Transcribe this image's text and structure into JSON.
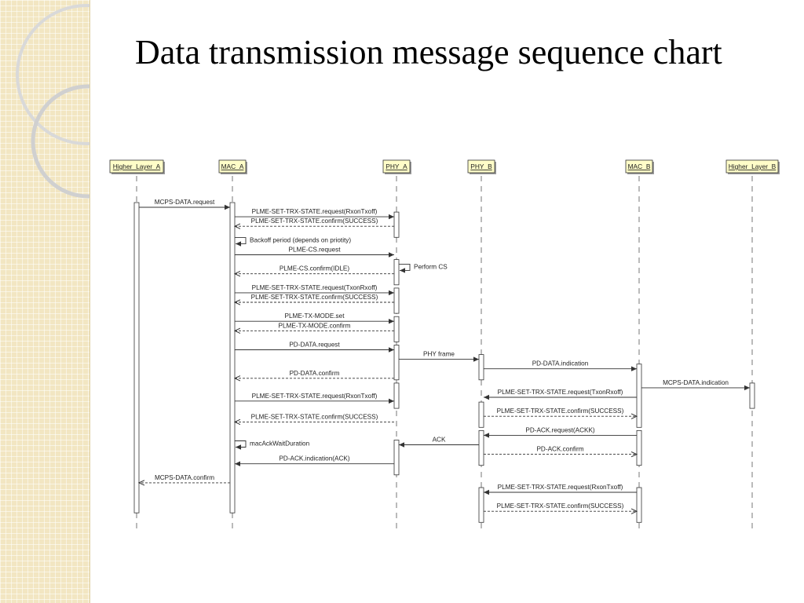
{
  "slide": {
    "title": "Data transmission message sequence chart"
  },
  "colors": {
    "header_fill": "#fffdc8",
    "line": "#333333",
    "panel": "#f2e6c2",
    "circle": "#dcdcdc"
  },
  "diagram": {
    "lifelines": [
      {
        "id": "hla",
        "label": "Higher_Layer_A"
      },
      {
        "id": "maca",
        "label": "MAC_A"
      },
      {
        "id": "phya",
        "label": "PHY_A"
      },
      {
        "id": "phyb",
        "label": "PHY_B"
      },
      {
        "id": "macb",
        "label": "MAC_B"
      },
      {
        "id": "hlb",
        "label": "Higher_Layer_B"
      }
    ],
    "activations": [
      {
        "on": "hla",
        "from": 1,
        "to": 33
      },
      {
        "on": "maca",
        "from": 1,
        "to": 33
      },
      {
        "on": "phya",
        "from": 2,
        "to": 4
      },
      {
        "on": "phya",
        "from": 7,
        "to": 9
      },
      {
        "on": "phya",
        "from": 10,
        "to": 12
      },
      {
        "on": "phya",
        "from": 13,
        "to": 15
      },
      {
        "on": "phya",
        "from": 16,
        "to": 19
      },
      {
        "on": "phya",
        "from": 20,
        "to": 22
      },
      {
        "on": "phya",
        "from": 26,
        "to": 29
      },
      {
        "on": "phyb",
        "from": 17,
        "to": 19
      },
      {
        "on": "phyb",
        "from": 22,
        "to": 24
      },
      {
        "on": "phyb",
        "from": 25,
        "to": 28
      },
      {
        "on": "phyb",
        "from": 31,
        "to": 34
      },
      {
        "on": "macb",
        "from": 18,
        "to": 24
      },
      {
        "on": "macb",
        "from": 25,
        "to": 28
      },
      {
        "on": "macb",
        "from": 31,
        "to": 34
      },
      {
        "on": "hlb",
        "from": 20,
        "to": 22
      }
    ],
    "messages": [
      {
        "from": "hla",
        "to": "maca",
        "label": "MCPS-DATA.request",
        "row": 1,
        "dashed": false
      },
      {
        "from": "maca",
        "to": "phya",
        "label": "PLME-SET-TRX-STATE.request(RxonTxoff)",
        "row": 2,
        "dashed": false
      },
      {
        "from": "phya",
        "to": "maca",
        "label": "PLME-SET-TRX-STATE.confirm(SUCCESS)",
        "row": 3,
        "dashed": true
      },
      {
        "from": "maca",
        "to": "phya",
        "label": "PLME-CS.request",
        "row": 6,
        "dashed": false
      },
      {
        "from": "phya",
        "to": "maca",
        "label": "PLME-CS.confirm(IDLE)",
        "row": 8,
        "dashed": true
      },
      {
        "from": "maca",
        "to": "phya",
        "label": "PLME-SET-TRX-STATE.request(TxonRxoff)",
        "row": 10,
        "dashed": false
      },
      {
        "from": "phya",
        "to": "maca",
        "label": "PLME-SET-TRX-STATE.confirm(SUCCESS)",
        "row": 11,
        "dashed": true
      },
      {
        "from": "maca",
        "to": "phya",
        "label": "PLME-TX-MODE.set",
        "row": 13,
        "dashed": false
      },
      {
        "from": "phya",
        "to": "maca",
        "label": "PLME-TX-MODE.confirm",
        "row": 14,
        "dashed": true
      },
      {
        "from": "maca",
        "to": "phya",
        "label": "PD-DATA.request",
        "row": 16,
        "dashed": false
      },
      {
        "from": "phya",
        "to": "phyb",
        "label": "PHY frame",
        "row": 17,
        "dashed": false
      },
      {
        "from": "phyb",
        "to": "macb",
        "label": "PD-DATA.indication",
        "row": 18,
        "dashed": false
      },
      {
        "from": "phya",
        "to": "maca",
        "label": "PD-DATA.confirm",
        "row": 19,
        "dashed": true
      },
      {
        "from": "macb",
        "to": "hlb",
        "label": "MCPS-DATA.indication",
        "row": 20,
        "dashed": false
      },
      {
        "from": "macb",
        "to": "phyb",
        "label": "PLME-SET-TRX-STATE.request(TxonRxoff)",
        "row": 21,
        "dashed": false
      },
      {
        "from": "maca",
        "to": "phya",
        "label": "PLME-SET-TRX-STATE.request(RxonTxoff)",
        "row": 21.4,
        "dashed": false
      },
      {
        "from": "phyb",
        "to": "macb",
        "label": "PLME-SET-TRX-STATE.confirm(SUCCESS)",
        "row": 23,
        "dashed": true
      },
      {
        "from": "phya",
        "to": "maca",
        "label": "PLME-SET-TRX-STATE.confirm(SUCCESS)",
        "row": 23.6,
        "dashed": true
      },
      {
        "from": "macb",
        "to": "phyb",
        "label": "PD-ACK.request(ACKK)",
        "row": 25,
        "dashed": false
      },
      {
        "from": "phyb",
        "to": "phya",
        "label": "ACK",
        "row": 26,
        "dashed": false
      },
      {
        "from": "phyb",
        "to": "macb",
        "label": "PD-ACK.confirm",
        "row": 27,
        "dashed": true
      },
      {
        "from": "phya",
        "to": "maca",
        "label": "PD-ACK.indication(ACK)",
        "row": 28,
        "dashed": false
      },
      {
        "from": "maca",
        "to": "hla",
        "label": "MCPS-DATA.confirm",
        "row": 30,
        "dashed": true
      },
      {
        "from": "macb",
        "to": "phyb",
        "label": "PLME-SET-TRX-STATE.request(RxonTxoff)",
        "row": 31,
        "dashed": false
      },
      {
        "from": "phyb",
        "to": "macb",
        "label": "PLME-SET-TRX-STATE.confirm(SUCCESS)",
        "row": 33,
        "dashed": true
      }
    ],
    "self_calls": [
      {
        "on": "maca",
        "label": "Backoff period (depends on priotity)",
        "row": 4.6
      },
      {
        "on": "phya",
        "label": "Perform CS",
        "row": 7.4
      },
      {
        "on": "maca",
        "label": "macAckWaitDuration",
        "row": 26
      }
    ]
  }
}
